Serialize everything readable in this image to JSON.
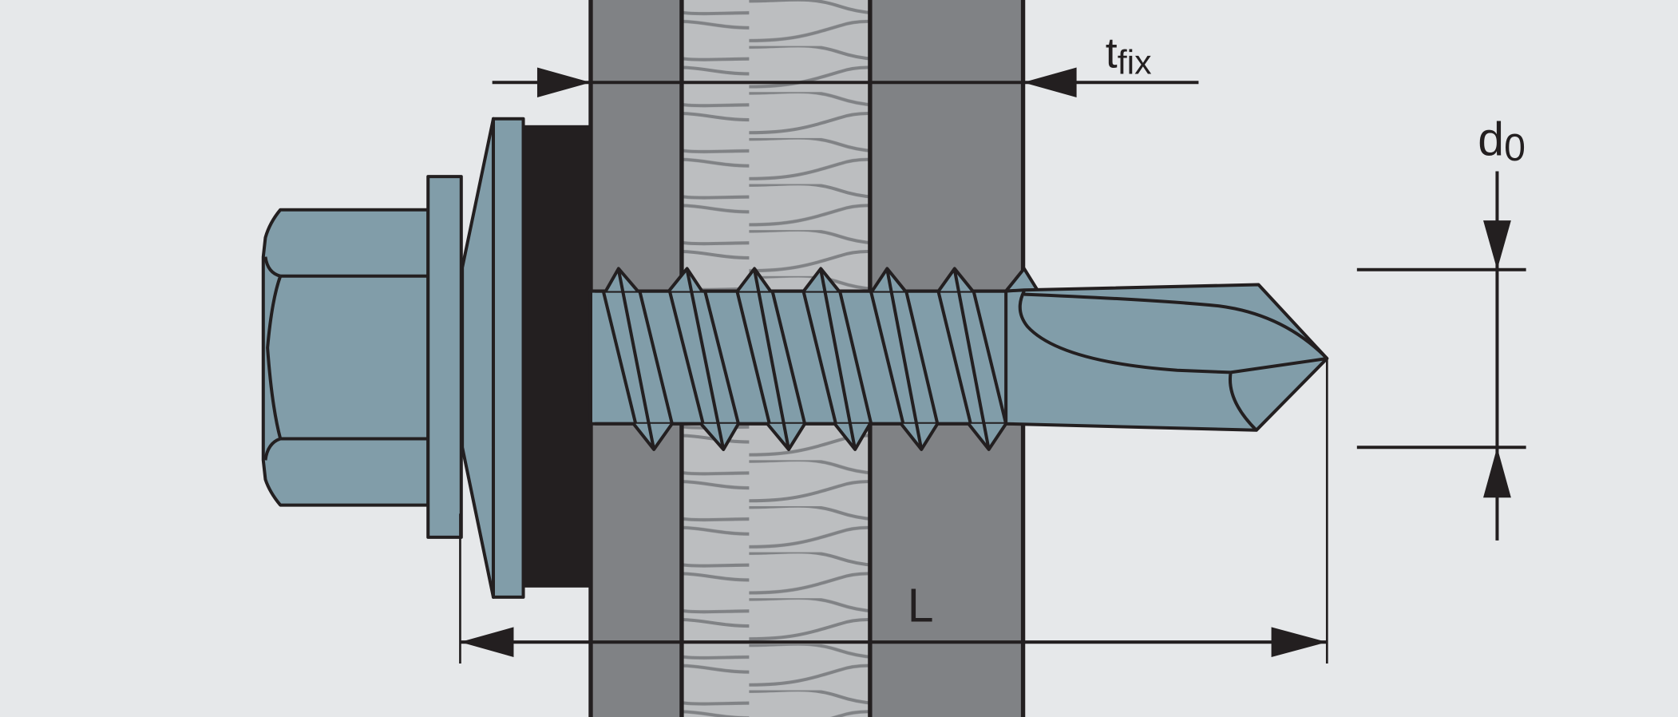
{
  "labels": {
    "tfix_main": "t",
    "tfix_sub": "fix",
    "d0_main": "d",
    "d0_sub": "0",
    "length": "L"
  },
  "colors": {
    "background": "#e6e8ea",
    "plate": "#808285",
    "insulation": "#bcbec0",
    "insulation_lines": "#808285",
    "screw": "#819da9",
    "washer_seal": "#231f20",
    "outline": "#231f20"
  }
}
